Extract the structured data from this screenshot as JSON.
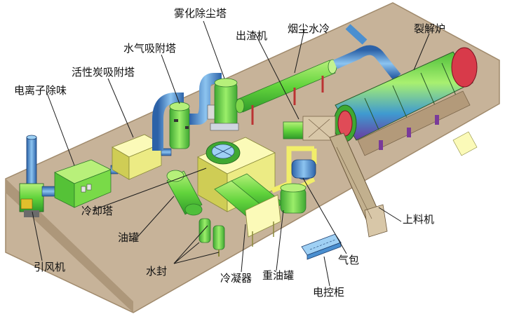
{
  "labels": {
    "wuhua_chuchen_ta": "雾化除尘塔",
    "chu_zha_ji": "出渣机",
    "yanchen_shuileng": "烟尘水冷",
    "liejie_lu": "裂解炉",
    "shuiqi_xifu_ta": "水气吸附塔",
    "huoxingtan_xifu_ta": "活性炭吸附塔",
    "dianlizi_chuwei": "电离子除味",
    "lengque_ta": "冷却塔",
    "you_guan": "油罐",
    "shui_feng": "水封",
    "yin_feng_ji": "引风机",
    "lengning_qi": "冷凝器",
    "zhong_you_guan": "重油罐",
    "qi_bao": "气包",
    "shang_liao_ji": "上料机",
    "dian_kong_gui": "电控柜"
  },
  "colors": {
    "floor": "#c9b49a",
    "floor_edge": "#a89174",
    "green_equipment": "#7be04a",
    "yellow_equipment": "#f4f28a",
    "blue_pipe": "#4a8fd0",
    "red_accent": "#c8283a",
    "leader_line": "#1a1a1a"
  }
}
